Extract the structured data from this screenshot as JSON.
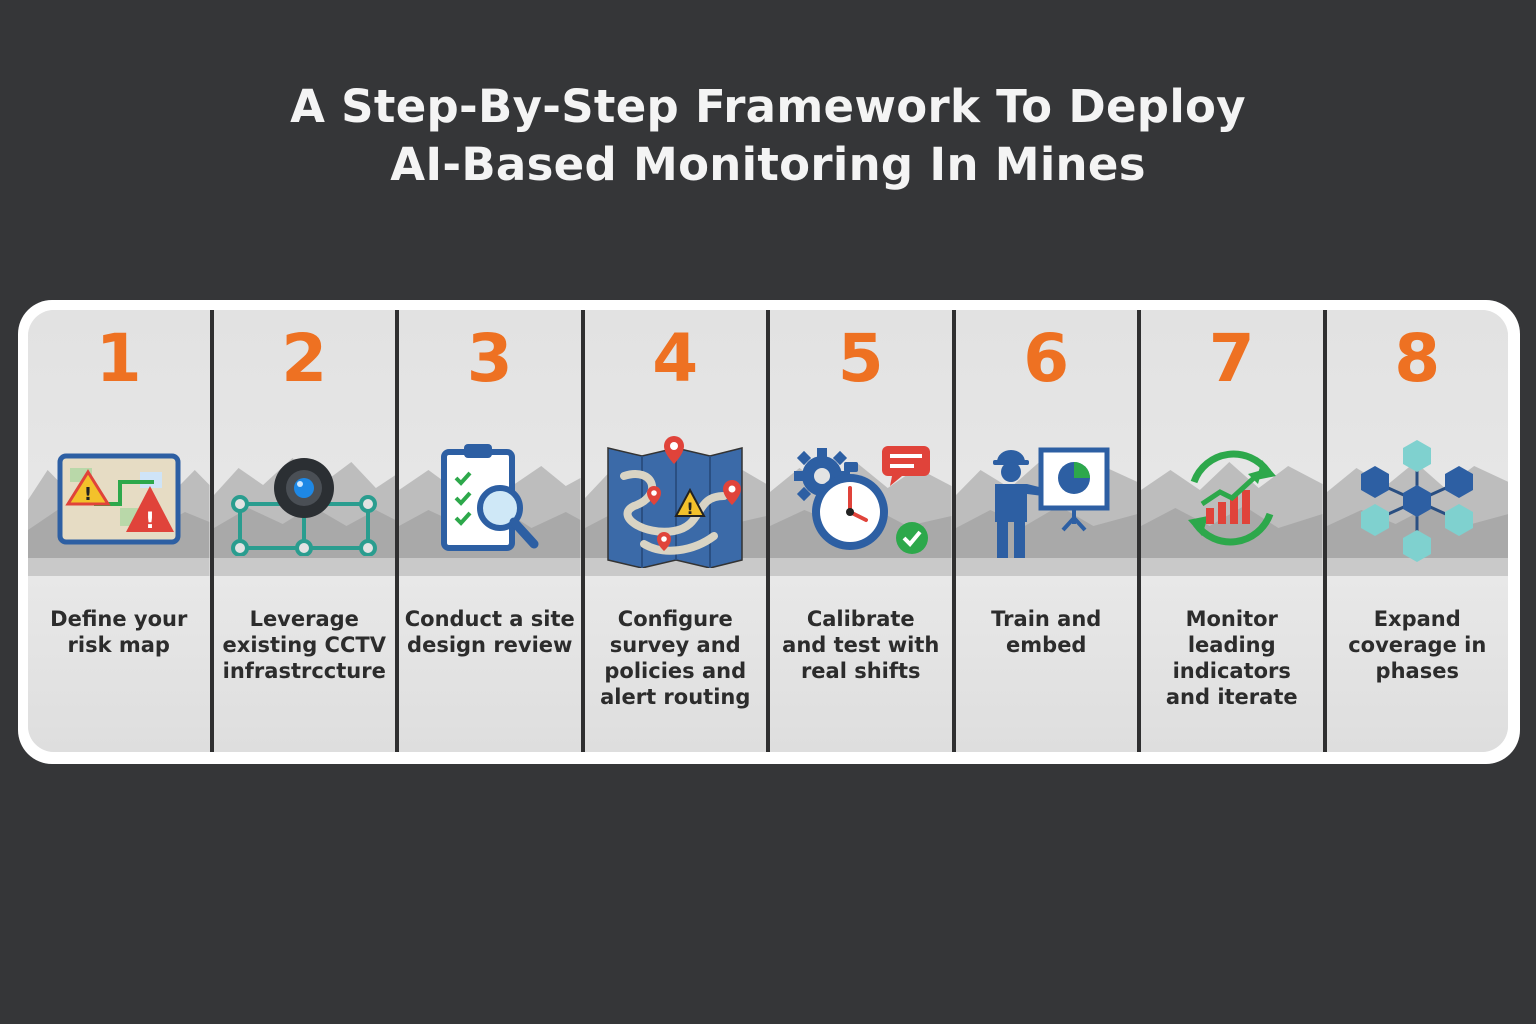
{
  "title": {
    "line1": "A Step-By-Step Framework To Deploy",
    "line2": "AI-Based Monitoring In Mines"
  },
  "colors": {
    "background": "#353638",
    "number": "#ee7122",
    "panel": "#e3e3e3",
    "divider": "#2f2f30",
    "blue": "#2d5fa3",
    "red": "#e0433a",
    "green": "#2da84b",
    "teal": "#2a9d8f"
  },
  "steps": [
    {
      "number": "1",
      "label": "Define your\nrisk map",
      "icon": "risk-map-icon"
    },
    {
      "number": "2",
      "label": "Leverage\nexisting CCTV\ninfrastrccture",
      "icon": "cctv-network-icon"
    },
    {
      "number": "3",
      "label": "Conduct a site\ndesign review",
      "icon": "clipboard-magnifier-icon"
    },
    {
      "number": "4",
      "label": "Configure\nsurvey and\npolicies and\nalert routing",
      "icon": "route-map-icon"
    },
    {
      "number": "5",
      "label": "Calibrate\nand test with\nreal shifts",
      "icon": "stopwatch-gear-icon"
    },
    {
      "number": "6",
      "label": "Train and\nembed",
      "icon": "trainer-presentation-icon"
    },
    {
      "number": "7",
      "label": "Monitor\nleading indicators\nand iterate",
      "icon": "growth-cycle-icon"
    },
    {
      "number": "8",
      "label": "Expand\ncoverage in\nphases",
      "icon": "hexagon-network-icon"
    }
  ]
}
